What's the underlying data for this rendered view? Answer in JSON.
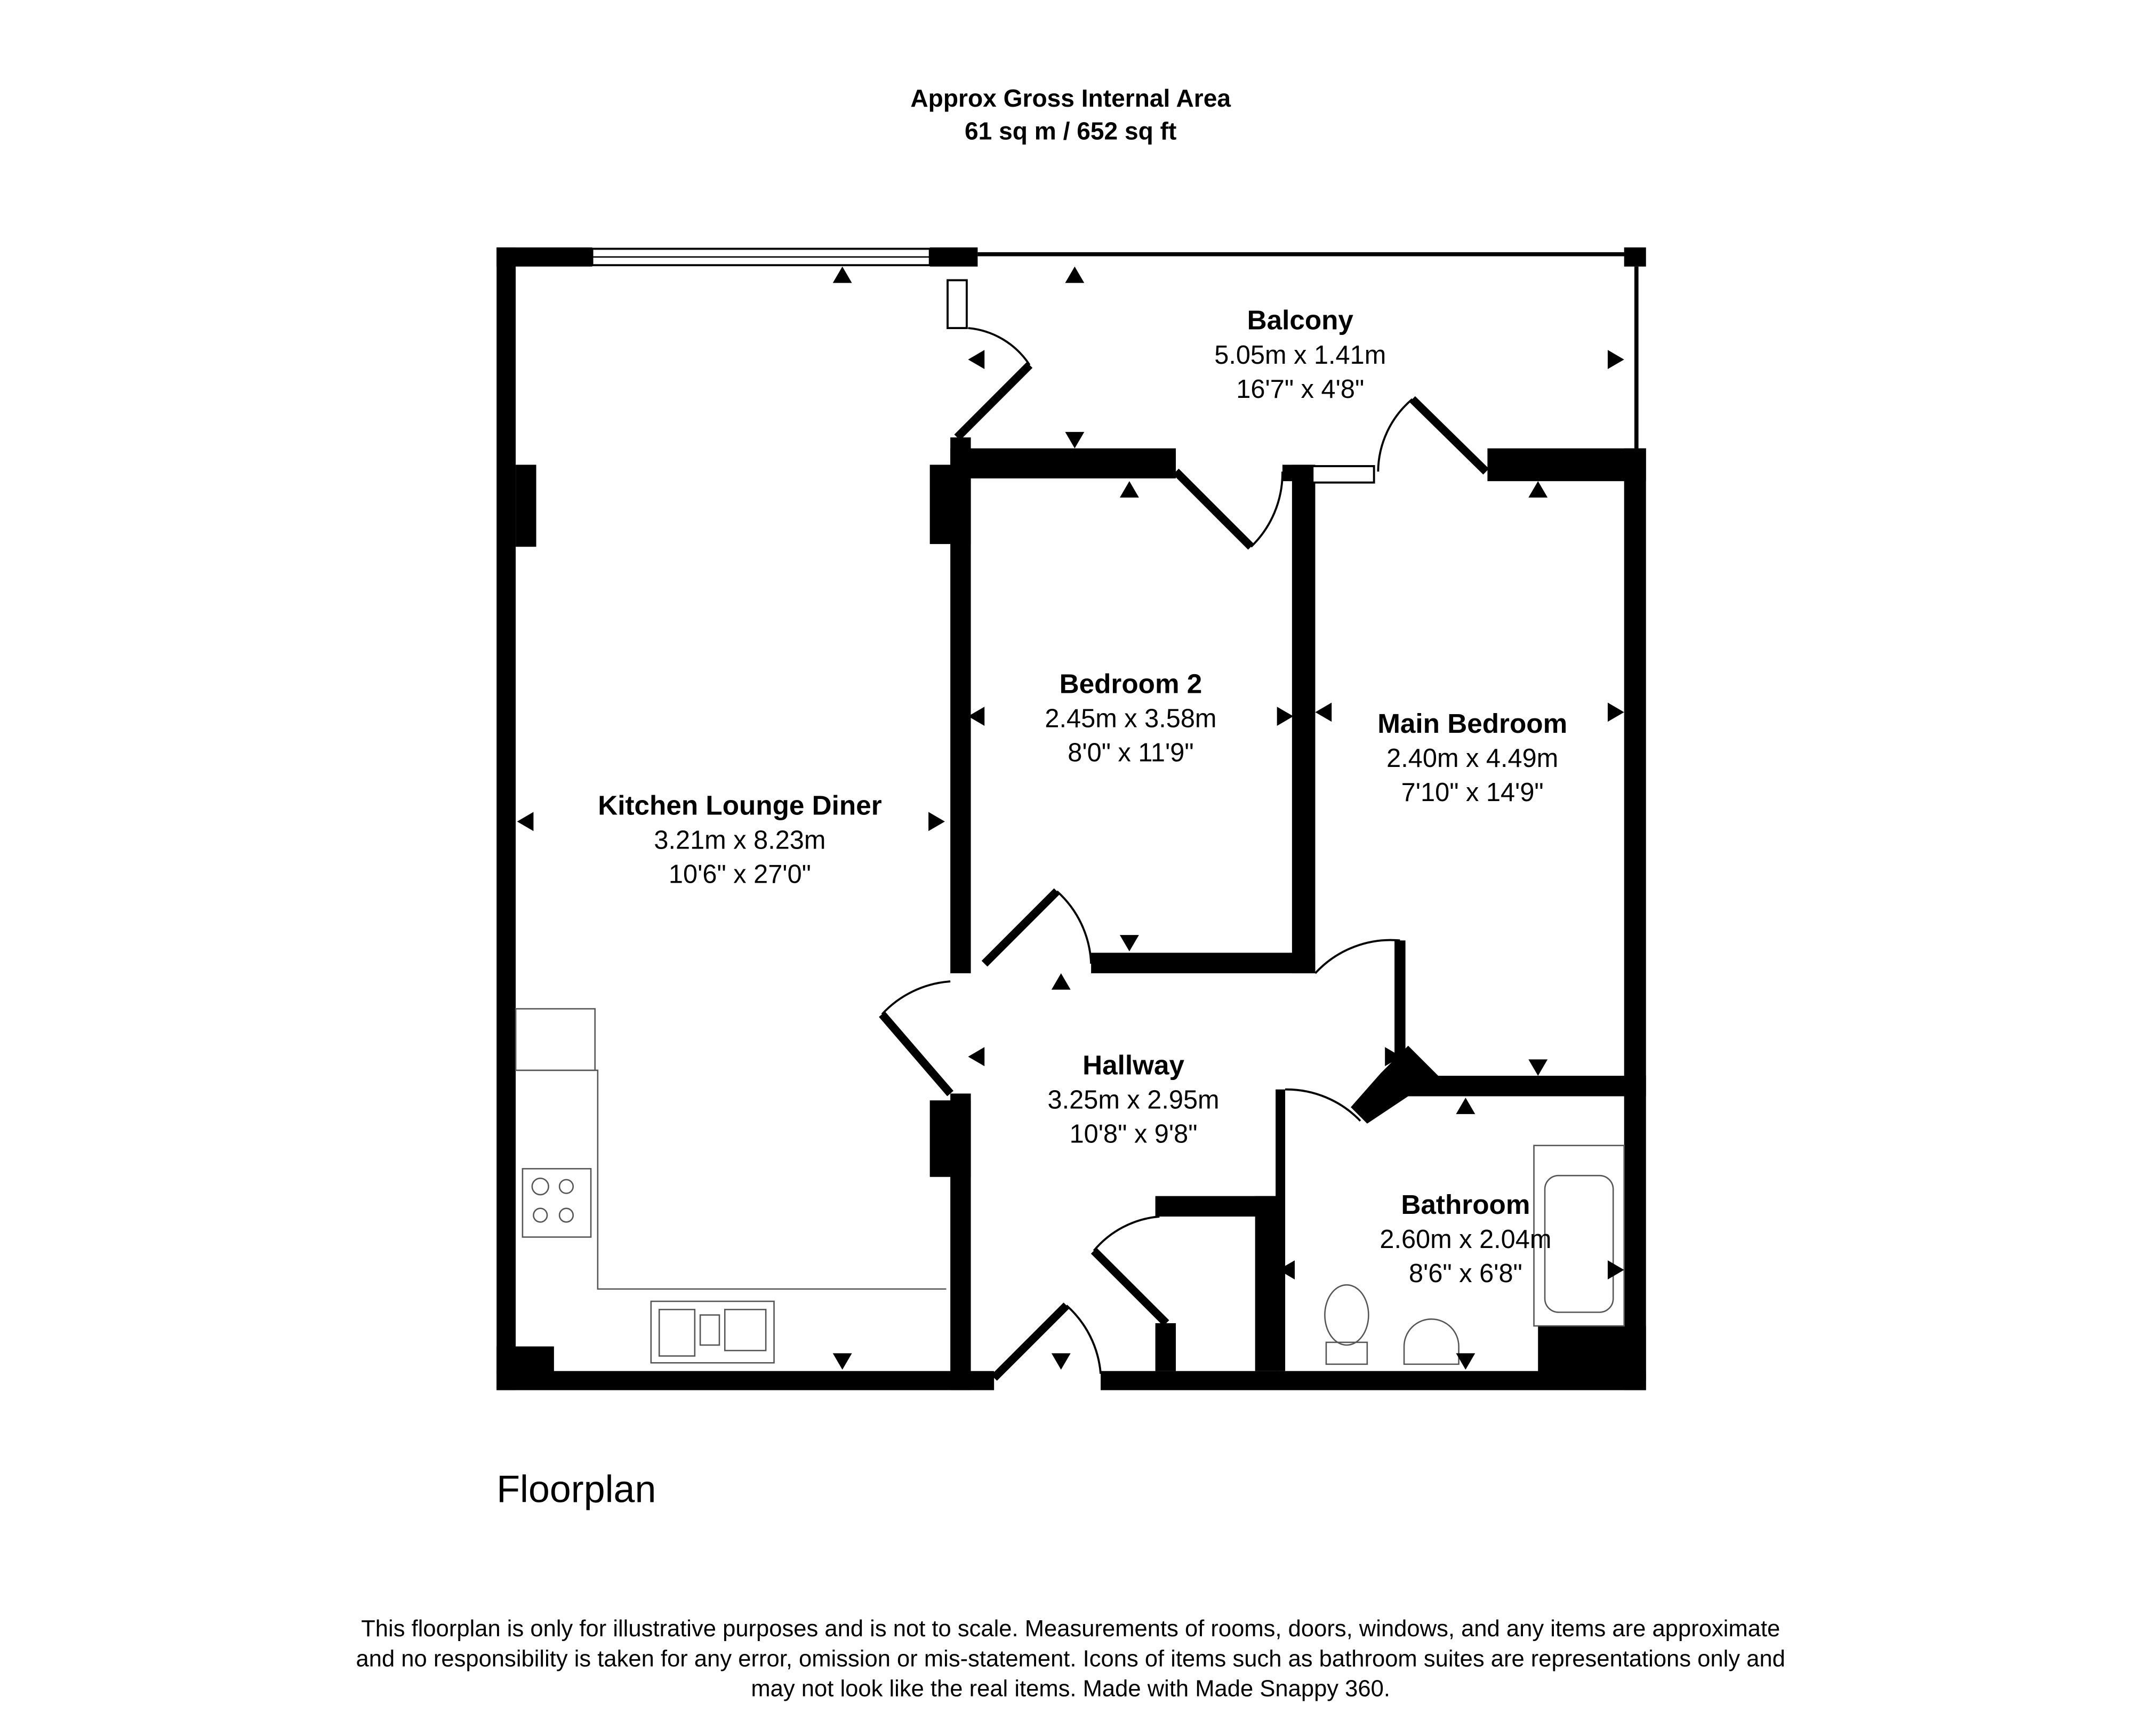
{
  "header": {
    "line1": "Approx Gross Internal Area",
    "line2": "61 sq m / 652 sq ft"
  },
  "rooms": [
    {
      "name": "Balcony",
      "metric": "5.05m x 1.41m",
      "imperial": "16'7\" x 4'8\""
    },
    {
      "name": "Bedroom 2",
      "metric": "2.45m x 3.58m",
      "imperial": "8'0\" x 11'9\""
    },
    {
      "name": "Main Bedroom",
      "metric": "2.40m x 4.49m",
      "imperial": "7'10\" x 14'9\""
    },
    {
      "name": "Kitchen Lounge Diner",
      "metric": "3.21m x 8.23m",
      "imperial": "10'6\" x 27'0\""
    },
    {
      "name": "Hallway",
      "metric": "3.25m x 2.95m",
      "imperial": "10'8\" x 9'8\""
    },
    {
      "name": "Bathroom",
      "metric": "2.60m x 2.04m",
      "imperial": "8'6\" x 6'8\""
    }
  ],
  "floor_label": "Floorplan",
  "disclaimer": [
    "This floorplan is only for illustrative purposes and is not to scale. Measurements of rooms, doors, windows, and any items are approximate",
    "and no responsibility is taken for any error, omission or mis-statement. Icons of items such as bathroom suites are representations only and",
    "may not look like the real items. Made with Made Snappy 360."
  ]
}
